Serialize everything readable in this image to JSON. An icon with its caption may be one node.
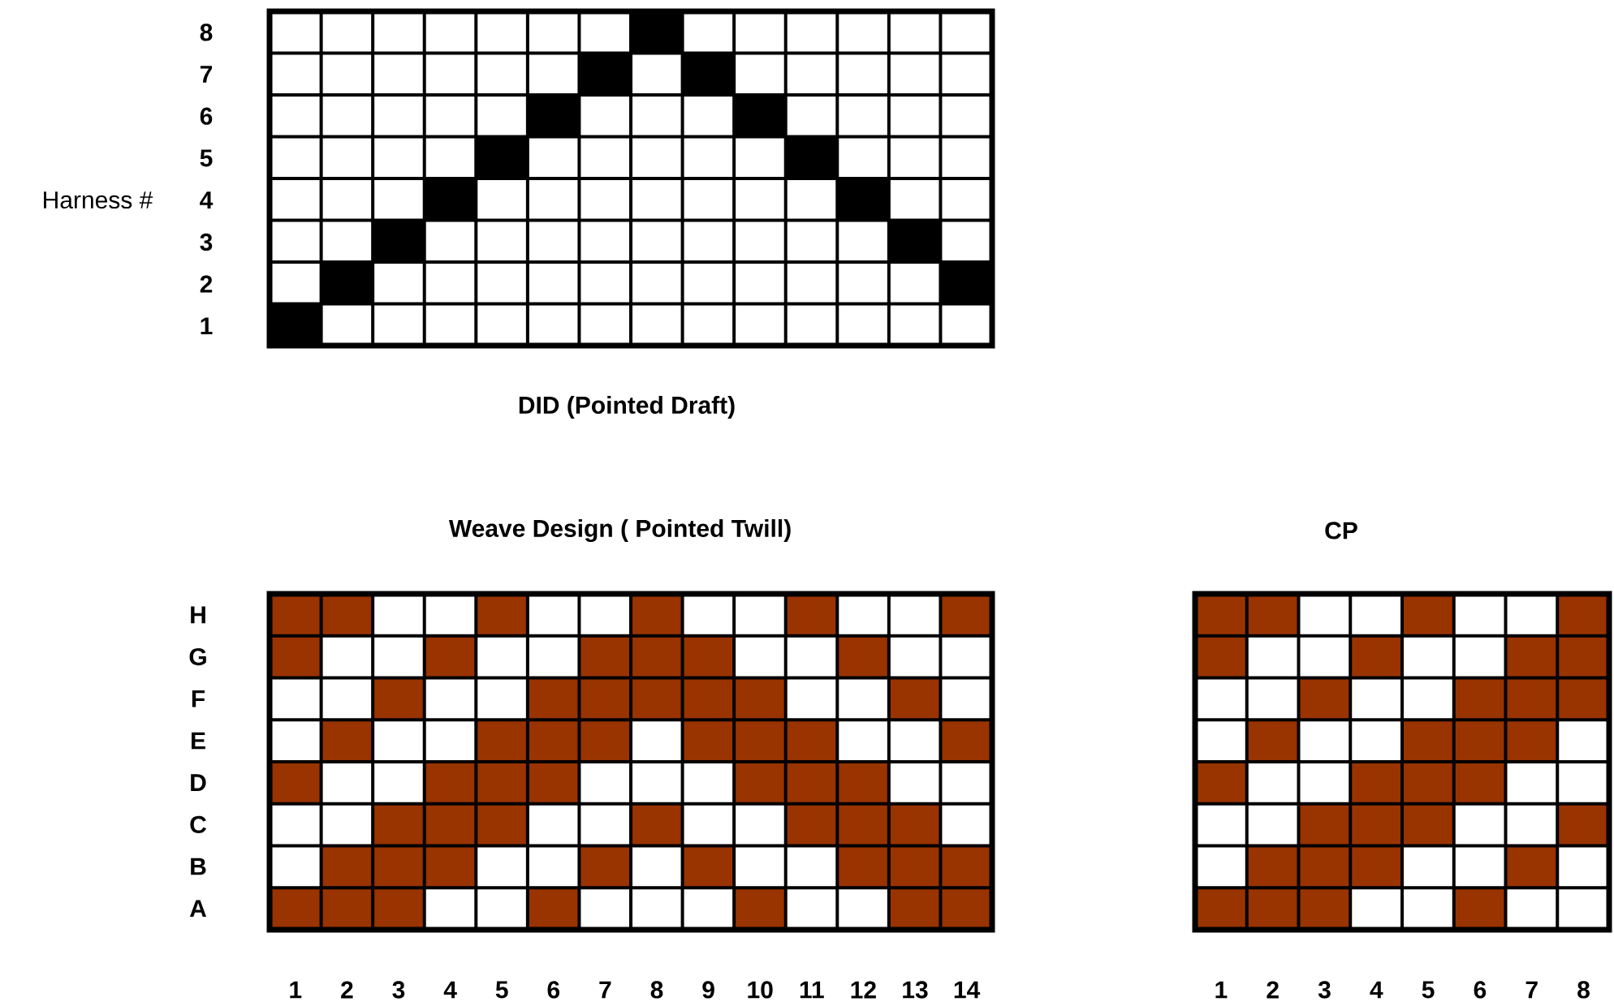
{
  "diagram": {
    "labels": [
      "8",
      "7",
      "6",
      "5",
      "Harness #",
      "4",
      "3",
      "2",
      "1",
      "DID (Pointed Draft)",
      "Weave Design ( Pointed Twill)",
      "CP",
      "H",
      "G",
      "F",
      "E",
      "D",
      "C",
      "B",
      "A",
      "1",
      "2",
      "3",
      "4",
      "5",
      "6",
      "7",
      "8",
      "9",
      "10",
      "11",
      "12",
      "13",
      "14",
      "1",
      "2",
      "3",
      "4",
      "5",
      "6",
      "7",
      "8"
    ]
  }
}
